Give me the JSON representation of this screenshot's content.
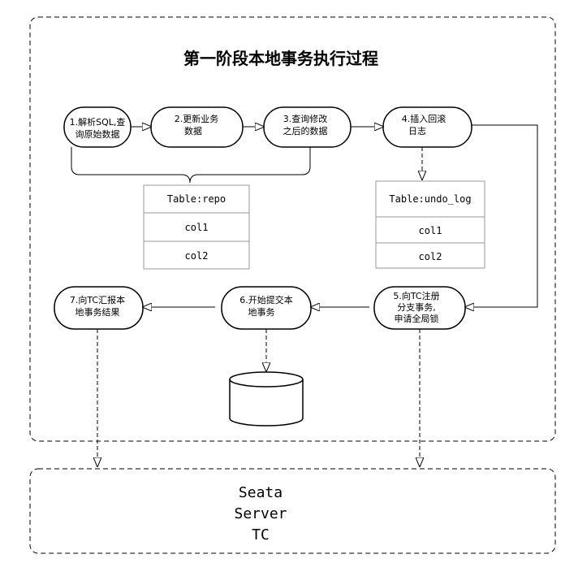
{
  "diagram": {
    "title": "第一阶段本地事务执行过程",
    "steps": {
      "s1": [
        "1.解析SQL,查",
        "询原始数据"
      ],
      "s2": [
        "2.更新业务",
        "数据"
      ],
      "s3": [
        "3.查询修改",
        "之后的数据"
      ],
      "s4": [
        "4.插入回滚",
        "日志"
      ],
      "s5": [
        "5.向TC注册",
        "分支事务,",
        "申请全局锁"
      ],
      "s6": [
        "6.开始提交本",
        "地事务"
      ],
      "s7": [
        "7.向TC汇报本",
        "地事务结果"
      ]
    },
    "table_repo": {
      "name": "Table:repo",
      "cols": [
        "col1",
        "col2"
      ]
    },
    "table_undo": {
      "name": "Table:undo_log",
      "cols": [
        "col1",
        "col2"
      ]
    },
    "server": [
      "Seata",
      "Server",
      "TC"
    ]
  }
}
